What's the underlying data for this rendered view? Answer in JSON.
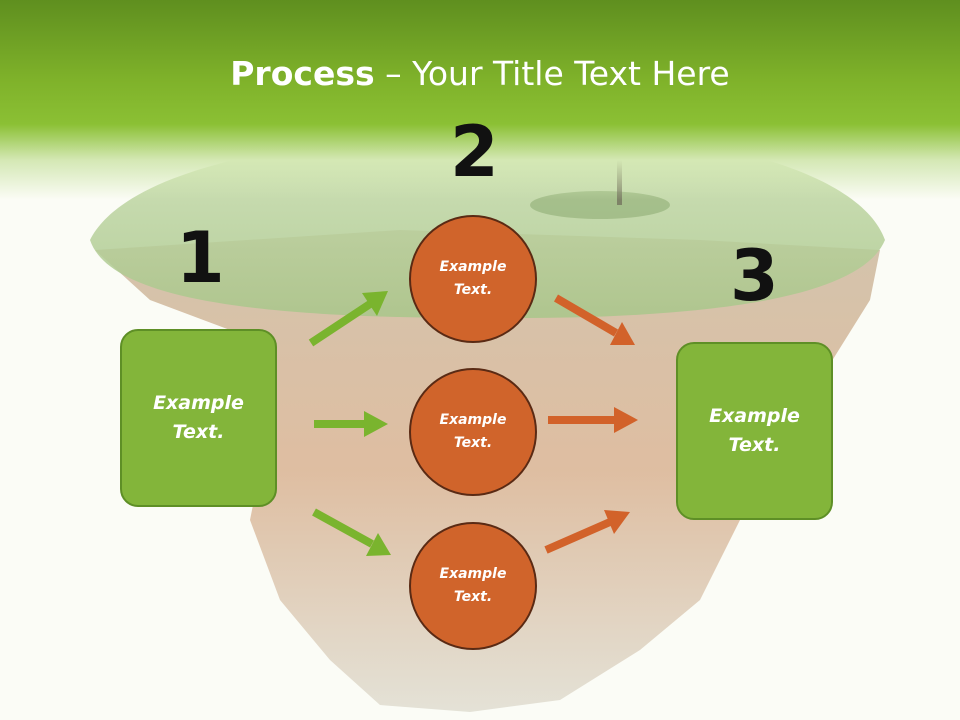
{
  "slide": {
    "title_bold": "Process",
    "title_rest": " – Your Title Text Here"
  },
  "steps": {
    "one": "1",
    "two": "2",
    "three": "3"
  },
  "left_box": {
    "text": "Example Text."
  },
  "right_box": {
    "text": "Example Text."
  },
  "circles": [
    {
      "text": "Example Text."
    },
    {
      "text": "Example Text."
    },
    {
      "text": "Example Text."
    }
  ],
  "colors": {
    "green_header": "#7fb22a",
    "green_box": "#83b53a",
    "orange_circle": "#d0642b",
    "green_arrow": "#7ab42e",
    "orange_arrow": "#d2622a"
  }
}
